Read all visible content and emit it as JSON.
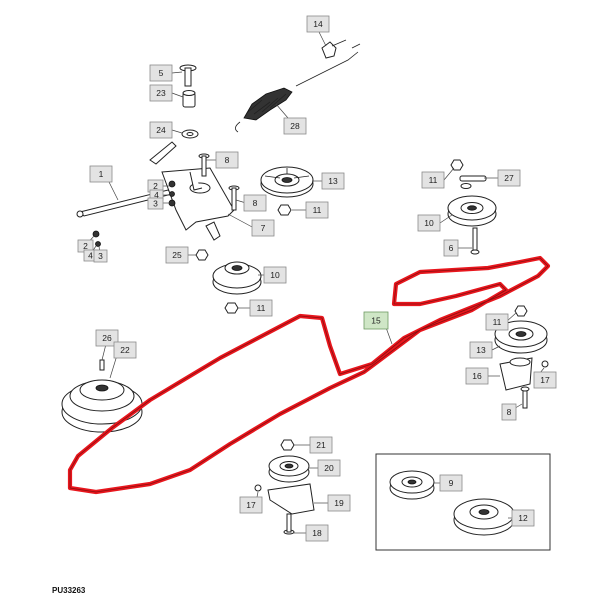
{
  "diagram": {
    "reference_code": "PU33263",
    "callouts": {
      "c14": "14",
      "c5": "5",
      "c23": "23",
      "c24": "24",
      "c28": "28",
      "c1": "1",
      "c8a": "8",
      "c8b": "8",
      "c13a": "13",
      "c11a": "11",
      "c2a": "2",
      "c4a": "4",
      "c3a": "3",
      "c7": "7",
      "c2b": "2",
      "c4b": "4",
      "c3b": "3",
      "c25": "25",
      "c10a": "10",
      "c11b": "11",
      "c11c": "11",
      "c27": "27",
      "c10b": "10",
      "c6": "6",
      "c15": "15",
      "c11d": "11",
      "c13b": "13",
      "c16": "16",
      "c17a": "17",
      "c8c": "8",
      "c26": "26",
      "c22": "22",
      "c21": "21",
      "c20": "20",
      "c17b": "17",
      "c19": "19",
      "c18": "18",
      "c9": "9",
      "c12": "12"
    },
    "highlighted_callout": "15",
    "belt_color": "#e8161d"
  }
}
